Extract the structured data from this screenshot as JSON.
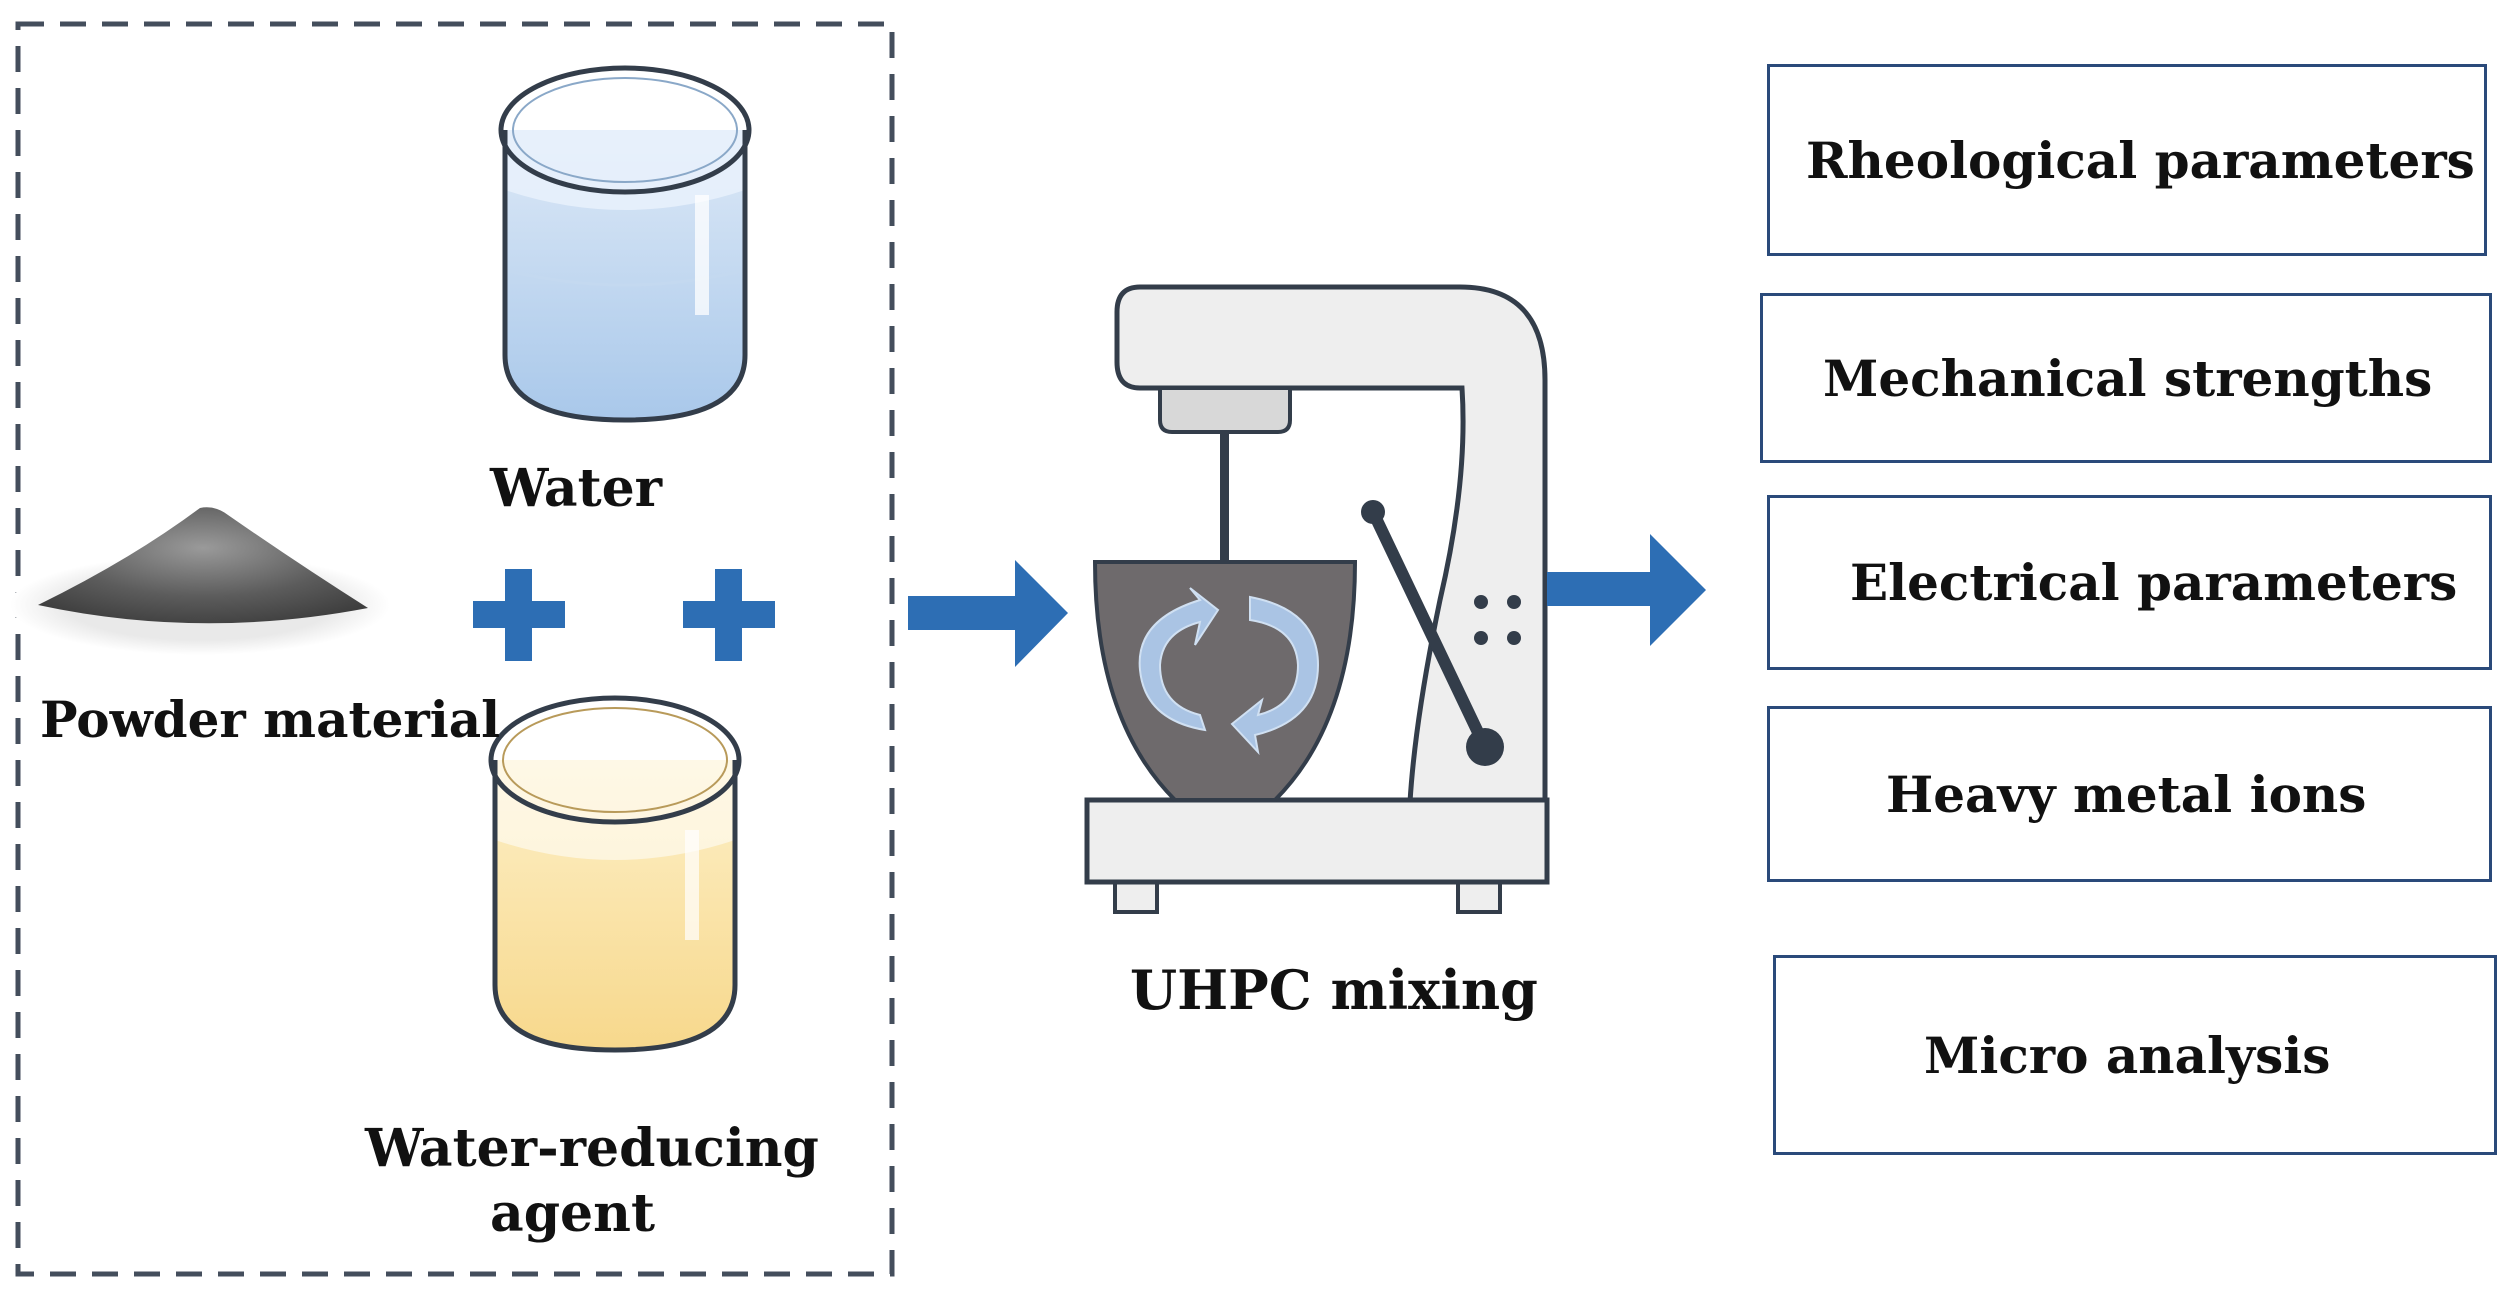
{
  "inputs": {
    "water_label": "Water",
    "powder_label": "Powder material",
    "agent_label_line1": "Water-reducing",
    "agent_label_line2": "agent"
  },
  "process": {
    "mixer_label": "UHPC mixing"
  },
  "outputs": [
    {
      "label": "Rheological parameters"
    },
    {
      "label": "Mechanical strengths"
    },
    {
      "label": "Electrical parameters"
    },
    {
      "label": "Heavy metal ions"
    },
    {
      "label": "Micro analysis"
    }
  ],
  "colors": {
    "arrow": "#2d6eb4",
    "plus": "#2d6eb4",
    "box_border": "#2a4a7a",
    "dashed_border": "#444e5c",
    "mixer_body": "#eeeeee",
    "mixer_outline": "#333d4a",
    "bowl": "#6e6a6c",
    "water": "#a9c8ea",
    "agent": "#f9dc97",
    "powder": "#5a5a5a"
  },
  "icons": [
    "beaker-water-icon",
    "beaker-agent-icon",
    "powder-pile-icon",
    "plus-icon",
    "arrow-right-icon",
    "stand-mixer-icon",
    "rotation-arrows-icon"
  ]
}
